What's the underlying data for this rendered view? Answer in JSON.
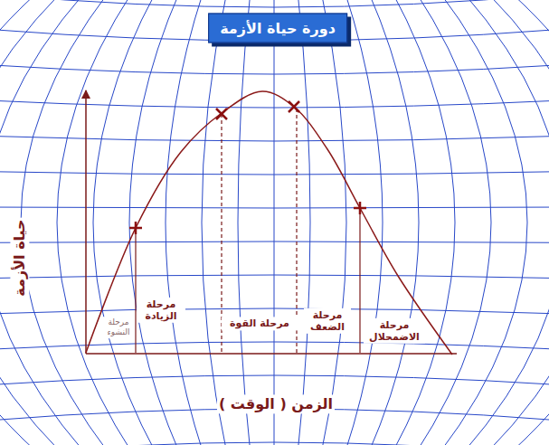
{
  "diagram": {
    "title": "دورة حياة الأزمة",
    "labels": [
      "حياة الأزمة",
      "الزمن ( الوقت )",
      "مرحلة النشوء",
      "مرحلة الزيادة",
      "مرحلة القوة",
      "مرحلة الضعف",
      "مرحلة الاضمحلال"
    ]
  }
}
